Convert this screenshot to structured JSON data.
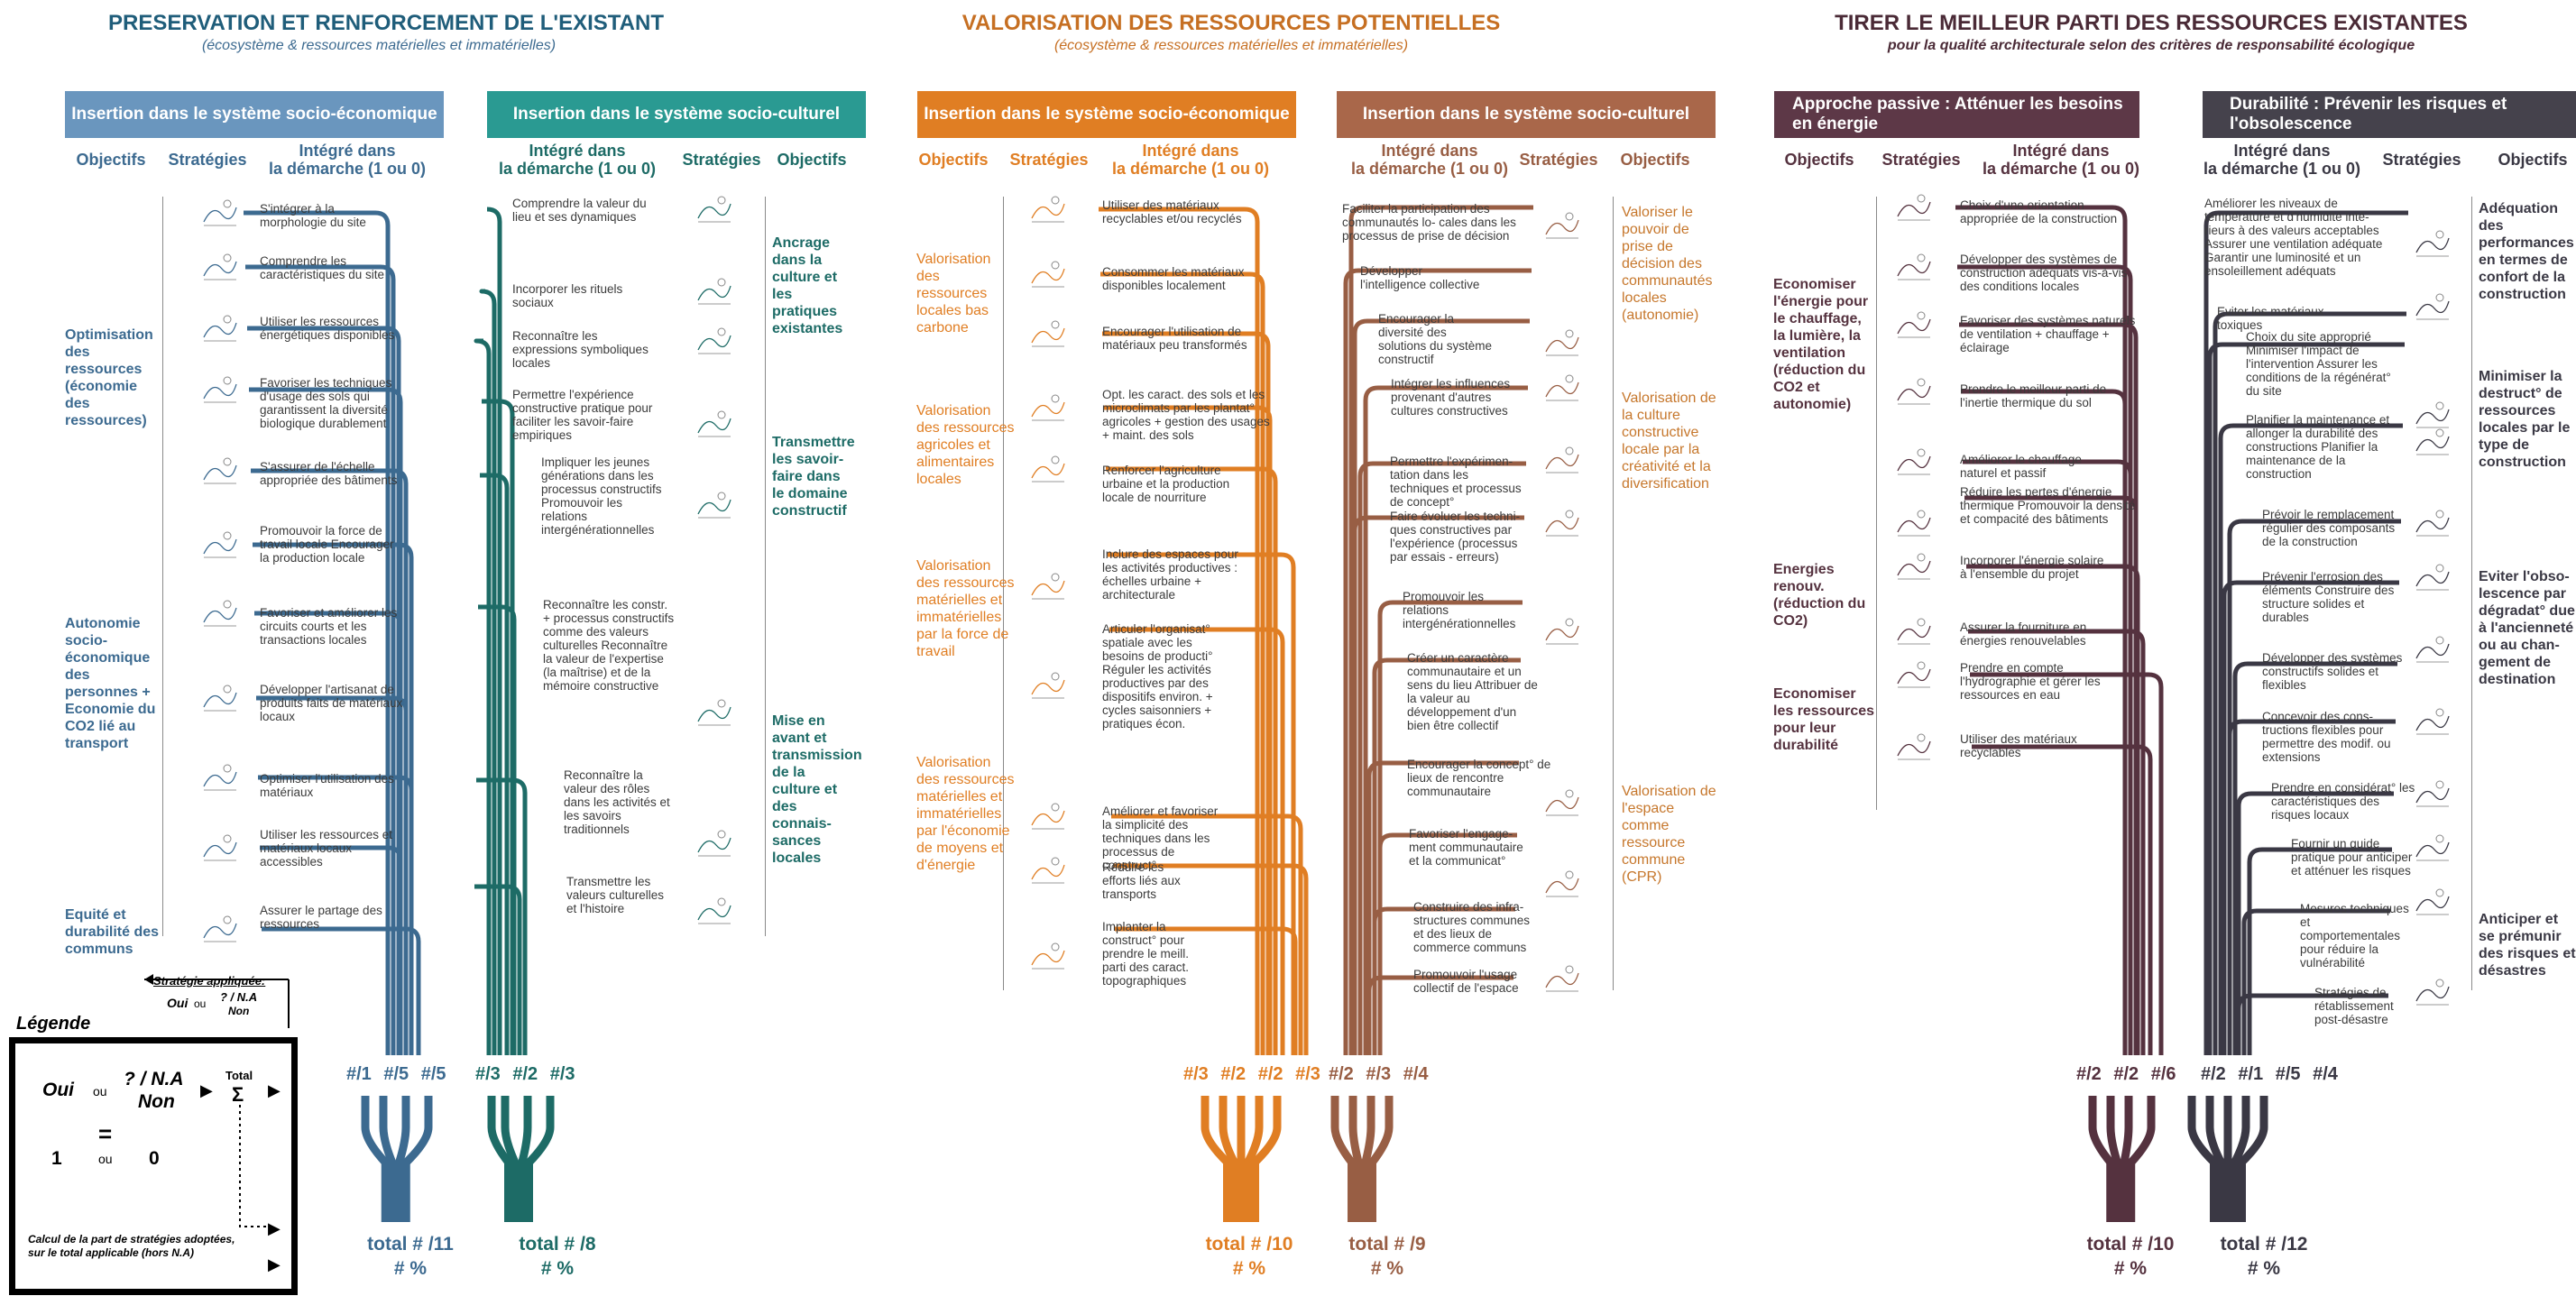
{
  "sections": [
    {
      "title": "PRESERVATION  ET RENFORCEMENT DE L'EXISTANT",
      "subtitle": "(écosystème & ressources matérielles et immatérielles)"
    },
    {
      "title": "VALORISATION DES RESSOURCES POTENTIELLES",
      "subtitle": "(écosystème & ressources matérielles et immatérielles)"
    },
    {
      "title": "TIRER LE MEILLEUR PARTI DES RESSOURCES EXISTANTES",
      "subtitle": "pour la qualité architecturale selon des critères de responsabilité écologique"
    }
  ],
  "colors": {
    "blue": "#3c6a90",
    "blue_banner": "#6a96be",
    "teal": "#1d6b66",
    "teal_banner": "#2a9a92",
    "orange": "#e07e23",
    "orange_banner": "#e07e23",
    "brown": "#985e44",
    "brown_banner": "#a9674a",
    "plum": "#55323f",
    "plum_banner": "#5d3847",
    "dark": "#3a3844",
    "dark_banner": "#45424c"
  },
  "headers": {
    "objectifs": "Objectifs",
    "strategies": "Stratégies",
    "integre": "Intégré dans",
    "demarche": "la démarche (1 ou 0)"
  },
  "panels": [
    {
      "banner": "Insertion dans le système socio-économique",
      "items": [
        "S'intégrer à la morphologie du site",
        "Comprendre les caractéristiques du site",
        "Utiliser les ressources énergétiques disponibles",
        "Favoriser les techniques d'usage des sols qui garantissent la diversité biologique durablement",
        "S'assurer de l'échelle appropriée des bâtiments",
        "Promouvoir la force de travail locale Encourager la production locale",
        "Favoriser et améliorer les circuits courts et les transactions locales",
        "Développer l'artisanat de produits faits de matériaux locaux",
        "Optimiser l'utilisation des matériaux",
        "Utiliser les ressources et matériaux locaux accessibles",
        "Assurer le partage des ressources"
      ],
      "objectives": [
        "Optimisation des ressources (économie des ressources)",
        "Autonomie socio-économique des personnes + Economie du CO2 lié au transport",
        "Equité et durabilité des communs"
      ],
      "sums": "#/1 #/5 #/5",
      "total": "total # /11",
      "pct": "# %"
    },
    {
      "banner": "Insertion dans le système socio-culturel",
      "items": [
        "Comprendre la valeur du lieu et ses dynamiques",
        "Incorporer les rituels sociaux",
        "Reconnaître les expressions symboliques locales",
        "Permettre l'expérience constructive pratique pour faciliter les savoir-faire empiriques",
        "Impliquer les jeunes générations dans les processus constructifs Promouvoir les relations intergénérationnelles",
        "Reconnaître les constr. + processus constructifs comme des valeurs culturelles Reconnaître la valeur de l'expertise (la maîtrise) et de la mémoire constructive",
        "Reconnaître la valeur des rôles dans les activités et les savoirs traditionnels",
        "Transmettre les valeurs culturelles et l'histoire"
      ],
      "objectives": [
        "Ancrage dans la culture et les pratiques existantes",
        "Transmettre les savoir-faire dans le domaine constructif",
        "Mise en avant et transmission de la culture et des connais-sances locales"
      ],
      "sums": "#/3 #/2 #/3",
      "total": "total # /8",
      "pct": "# %"
    },
    {
      "banner": "Insertion dans le système socio-économique",
      "items": [
        "Utiliser des matériaux recyclables et/ou recyclés",
        "Consommer les matériaux disponibles localement",
        "Encourager l'utilisation de matériaux peu transformés",
        "Opt. les caract. des sols et les microclimats par les plantat° agricoles + gestion des usages + maint. des sols",
        "Renforcer l'agriculture urbaine et la production locale de nourriture",
        "Inclure des espaces pour les activités productives : échelles urbaine + architecturale",
        "Articuler l'organisat° spatiale avec les besoins de producti° Réguler les activités productives par des dispositifs environ. + cycles saisonniers + pratiques écon.",
        "Améliorer et favoriser la simplicité des techniques dans les processus de construct°",
        "Réduire les efforts liés aux transports",
        "Implanter la construct° pour prendre le meill. parti des caract. topographiques"
      ],
      "objectives": [
        "Valorisation des ressources locales bas carbone",
        "Valorisation des ressources agricoles et alimentaires locales",
        "Valorisation des ressources matérielles et immatérielles par la force de travail",
        "Valorisation des ressources matérielles et immatérielles par l'économie de moyens et d'énergie"
      ],
      "sums": "#/3 #/2 #/2 #/3",
      "total": "total # /10",
      "pct": "# %"
    },
    {
      "banner": "Insertion dans le système socio-culturel",
      "items": [
        "Faciliter la participation des communautés lo- cales dans les processus de prise de décision",
        "Développer l'intelligence collective",
        "Encourager la diversité des solutions du système constructif",
        "Intégrer les influences provenant d'autres cultures constructives",
        "Permettre l'expérimen-tation dans les techniques et processus de concept°",
        "Faire évoluer les techni-ques constructives par l'expérience (processus par essais - erreurs)",
        "Promouvoir les relations intergénérationnelles",
        "Créer un caractère communautaire et un sens du lieu Attribuer de la valeur au développement d'un bien être collectif",
        "Encourager la concept° de lieux de rencontre communautaire",
        "Favoriser l'engage-ment communautaire et la communicat°",
        "Construire des infra-structures communes et des lieux de commerce communs",
        "Promouvoir l'usage collectif de l'espace"
      ],
      "objectives": [
        "Valoriser le pouvoir de prise de décision des communautés locales (autonomie)",
        "Valorisation de la culture constructive locale par la créativité et la diversification",
        "Valorisation de l'espace comme ressource commune (CPR)"
      ],
      "sums": "#/2 #/3 #/4",
      "total": "total # /9",
      "pct": "# %"
    },
    {
      "banner": "Approche passive : Atténuer les besoins en énergie",
      "items": [
        "Choix d'une orientation appropriée de la construction",
        "Développer des systèmes de construction adéquats vis-à-vis des conditions locales",
        "Favoriser des systèmes naturels de ventilation + chauffage + éclairage",
        "Prendre le meilleur parti de l'inertie thermique du sol",
        "Améliorer le chauffage naturel et passif",
        "Réduire les pertes d'énergie thermique Promouvoir la densité et compacité des bâtiments",
        "Incorporer l'énergie solaire à l'ensemble du projet",
        "Assurer la fourniture en énergies renouvelables",
        "Prendre en compte l'hydrographie et gérer les ressources en eau",
        "Utiliser des matériaux recyclables"
      ],
      "objectives": [
        "Economiser l'énergie pour le chauffage, la lumière, la ventilation (réduction du CO2 et autonomie)",
        "Energies renouv. (réduction du CO2)",
        "Economiser les ressources pour leur durabilité"
      ],
      "sums": "#/2 #/2 #/6",
      "total": "total # /10",
      "pct": "# %"
    },
    {
      "banner": "Durabilité : Prévenir les risques et l'obsolescence",
      "items": [
        "Améliorer les niveaux de température et d'humidité inté-rieurs à des valeurs acceptables Assurer une ventilation adéquate Garantir une luminosité et un ensoleillement adéquats",
        "Eviter les matériaux toxiques",
        "Choix du site approprié Minimiser l'impact de l'intervention Assurer les conditions de la régénérat° du site",
        "Planifier la maintenance et allonger la durabilité des constructions Planifier la maintenance de la construction",
        "Prévoir le remplacement régulier des composants de la construction",
        "Prévenir l'errosion des éléments Construire des structure solides et durables",
        "Développer des systèmes constructifs solides et flexibles",
        "Concevoir des cons-tructions flexibles pour permettre des modif. ou extensions",
        "Prendre en considérat° les caractéristiques des risques locaux",
        "Fournir un guide pratique pour anticiper et atténuer les risques",
        "Mesures techniques et comportementales pour réduire la vulnérabilité",
        "Stratégies de rétablissement post-désastre"
      ],
      "objectives": [
        "Adéquation des performances en termes de confort de la construction",
        "Minimiser la destruct° de ressources locales par le type de construction",
        "Eviter l'obso-lescence par dégradat° due à l'ancienneté ou au chan-gement de destination",
        "Anticiper et se prémunir des risques et désastres"
      ],
      "sums": "#/2 #/1 #/5 #/4",
      "total": "total # /12",
      "pct": "# %"
    }
  ],
  "legend": {
    "applied_title": "Stratégie appliquée:",
    "applied_oui": "Oui",
    "applied_ou": "ou",
    "applied_na": "? / N.A",
    "applied_non": "Non",
    "title": "Légende",
    "oui": "Oui",
    "ou": "ou",
    "na": "? / N.A",
    "non": "Non",
    "total": "Total",
    "sigma": "Σ",
    "equals": "=",
    "one": "1",
    "ou2": "ou",
    "zero": "0",
    "note": "Calcul de la part de stratégies adoptées, sur le total applicable (hors N.A)"
  }
}
